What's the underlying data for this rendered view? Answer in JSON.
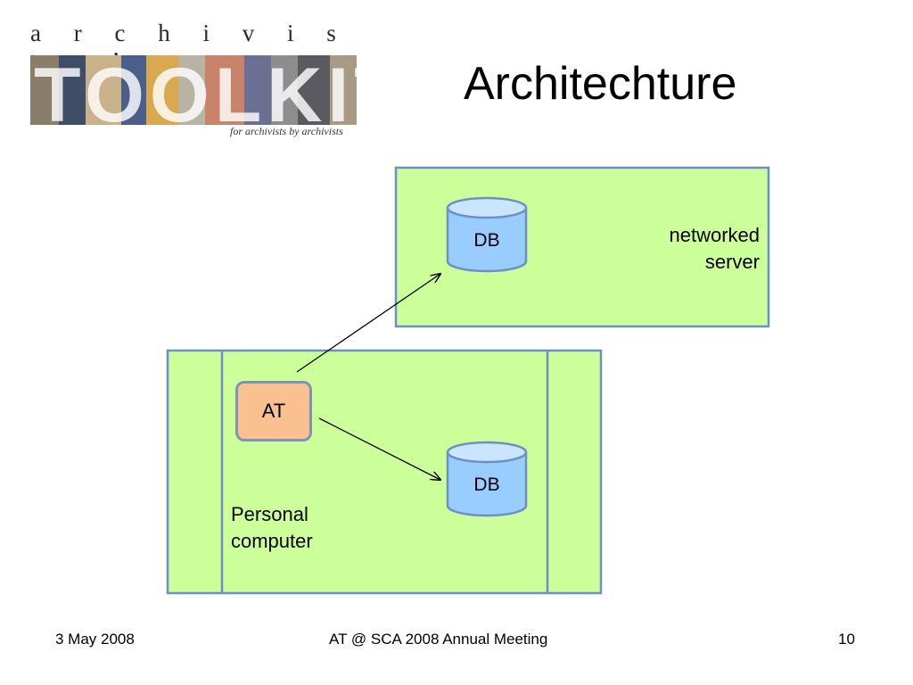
{
  "slide": {
    "title": "Architechture",
    "logo": {
      "wordmark": "a r c h i v i s t s ’",
      "tagline": "for archivists by archivists",
      "big_letters": "TOOLKIT"
    },
    "diagram": {
      "server_box": {
        "label_line1": "networked",
        "label_line2": "server",
        "db_label": "DB"
      },
      "pc_box": {
        "label_line1": "Personal",
        "label_line2": "computer",
        "db_label": "DB",
        "app_label": "AT"
      },
      "colors": {
        "box_fill": "#ccff99",
        "box_border": "#6d8fc8",
        "db_fill": "#99ccff",
        "db_top": "#cce5ff",
        "app_fill": "#fac090"
      }
    },
    "footer": {
      "date": "3 May 2008",
      "event": "AT @ SCA 2008 Annual Meeting",
      "page": "10"
    }
  }
}
